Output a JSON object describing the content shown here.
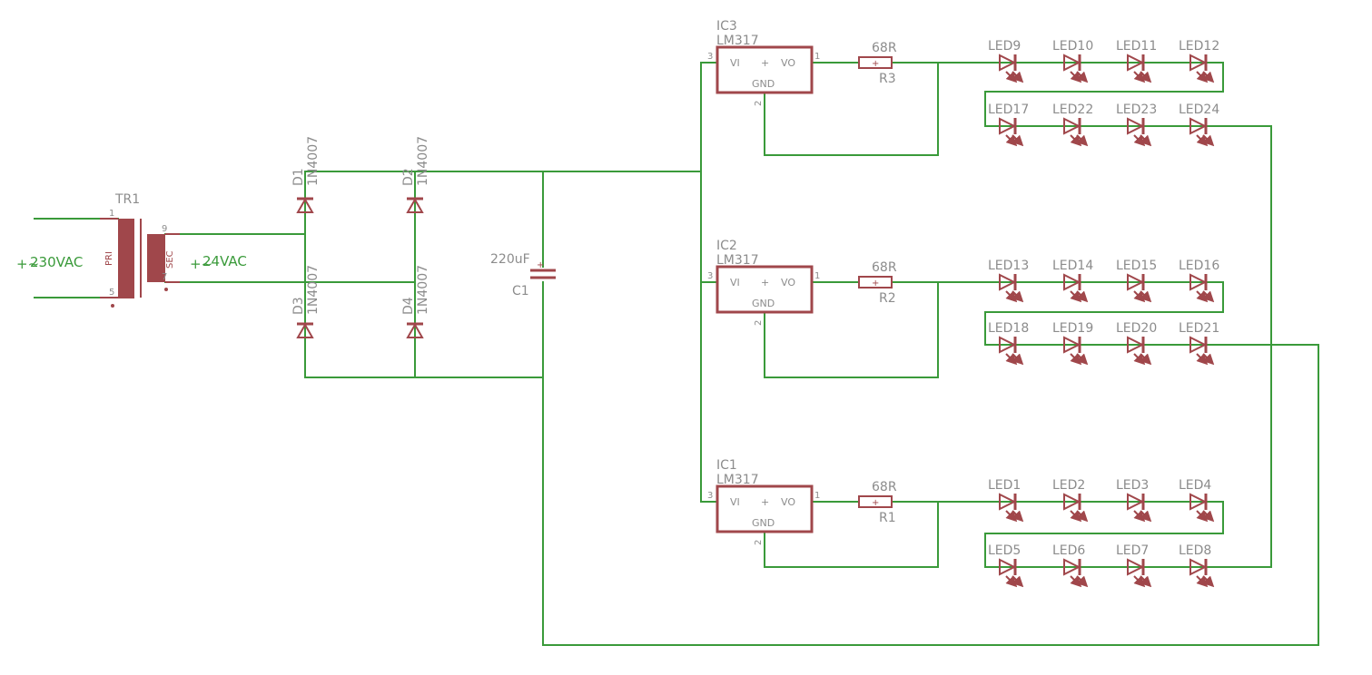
{
  "transformer": {
    "name": "TR1",
    "primary_label": "PRI",
    "secondary_label": "SEC",
    "pins": [
      "1",
      "5",
      "9",
      "7"
    ],
    "primary_voltage": "230VAC",
    "secondary_voltage": "24VAC",
    "ac_symbol": "+~"
  },
  "diodes": [
    {
      "name": "D1",
      "value": "1N4007"
    },
    {
      "name": "D2",
      "value": "1N4007"
    },
    {
      "name": "D3",
      "value": "1N4007"
    },
    {
      "name": "D4",
      "value": "1N4007"
    }
  ],
  "capacitor": {
    "name": "C1",
    "value": "220uF"
  },
  "regulators": [
    {
      "name": "IC3",
      "value": "LM317",
      "vi": "VI",
      "vo": "VO",
      "gnd": "GND",
      "plus": "+",
      "pin_in": "3",
      "pin_out": "1",
      "pin_gnd": "2"
    },
    {
      "name": "IC2",
      "value": "LM317",
      "vi": "VI",
      "vo": "VO",
      "gnd": "GND",
      "plus": "+",
      "pin_in": "3",
      "pin_out": "1",
      "pin_gnd": "2"
    },
    {
      "name": "IC1",
      "value": "LM317",
      "vi": "VI",
      "vo": "VO",
      "gnd": "GND",
      "plus": "+",
      "pin_in": "3",
      "pin_out": "1",
      "pin_gnd": "2"
    }
  ],
  "resistors": [
    {
      "name": "R3",
      "value": "68R",
      "plus": "+"
    },
    {
      "name": "R2",
      "value": "68R",
      "plus": "+"
    },
    {
      "name": "R1",
      "value": "68R",
      "plus": "+"
    }
  ],
  "leds": {
    "group_ic3_row1": [
      "LED9",
      "LED10",
      "LED11",
      "LED12"
    ],
    "group_ic3_row2": [
      "LED17",
      "LED22",
      "LED23",
      "LED24"
    ],
    "group_ic2_row1": [
      "LED13",
      "LED14",
      "LED15",
      "LED16"
    ],
    "group_ic2_row2": [
      "LED18",
      "LED19",
      "LED20",
      "LED21"
    ],
    "group_ic1_row1": [
      "LED1",
      "LED2",
      "LED3",
      "LED4"
    ],
    "group_ic1_row2": [
      "LED5",
      "LED6",
      "LED7",
      "LED8"
    ]
  },
  "colors": {
    "wire": "#3a9a3a",
    "component": "#a0474b",
    "label": "#8c8c8c"
  }
}
